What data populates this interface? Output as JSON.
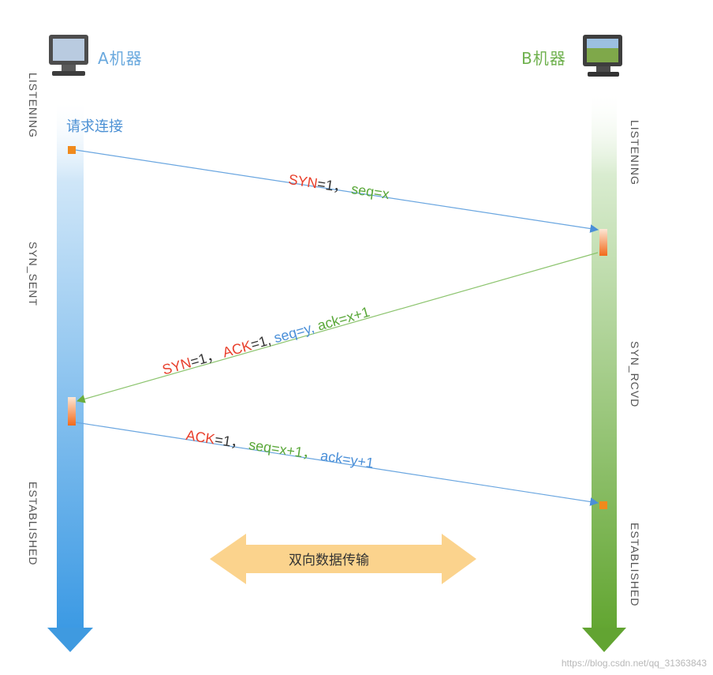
{
  "hosts": {
    "a": {
      "label": "A机器"
    },
    "b": {
      "label": "B机器"
    }
  },
  "states": {
    "a": [
      "LISTENING",
      "SYN_SENT",
      "ESTABLISHED"
    ],
    "b": [
      "LISTENING",
      "SYN_RCVD",
      "ESTABLISHED"
    ]
  },
  "request_label": "请求连接",
  "messages": {
    "m1": {
      "syn": "SYN",
      "eq1": "=1，",
      "seq": "seq=x"
    },
    "m2": {
      "syn": "SYN",
      "eq1": "=1，",
      "ack": "ACK",
      "eq2": "=1,",
      "seq": "seq=y,",
      "ackv": "ack=x+1"
    },
    "m3": {
      "ack": "ACK",
      "eq1": "=1，",
      "seq": "seq=x+1，",
      "ackv": "ack=y+1"
    }
  },
  "data_transfer_label": "双向数据传输",
  "watermark": "https://blog.csdn.net/qq_31363843",
  "colors": {
    "a_timeline": "#4aa3e6",
    "b_timeline": "#6aad3c",
    "marker": "#f08a1c",
    "syn_text": "#e8402c",
    "arrow_data": "#fbd38d"
  }
}
